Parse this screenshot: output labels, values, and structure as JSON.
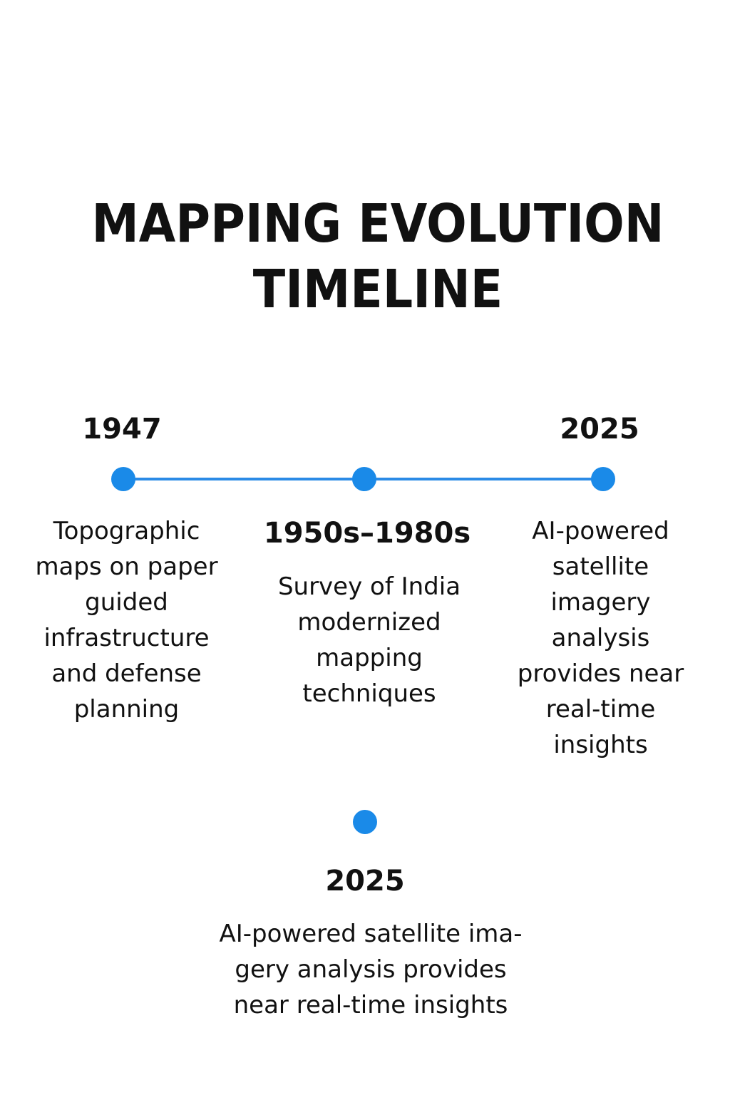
{
  "title": {
    "line1": "MAPPING EVOLUTION",
    "line2": "TIMELINE"
  },
  "timeline": {
    "color": "#1a8ae8",
    "events": [
      {
        "year": "1947",
        "description": "Topographic maps on paper guided infrastructure and defense planning"
      },
      {
        "year": "1950s–1980s",
        "description": "Survey of India modernized mapping techniques"
      },
      {
        "year": "2025",
        "description": "AI-powered satellite imagery analysis provides near real-time insights"
      }
    ]
  },
  "extra_event": {
    "year": "2025",
    "description": "AI-powered satellite ima-gery analysis provides near real-time insights"
  }
}
